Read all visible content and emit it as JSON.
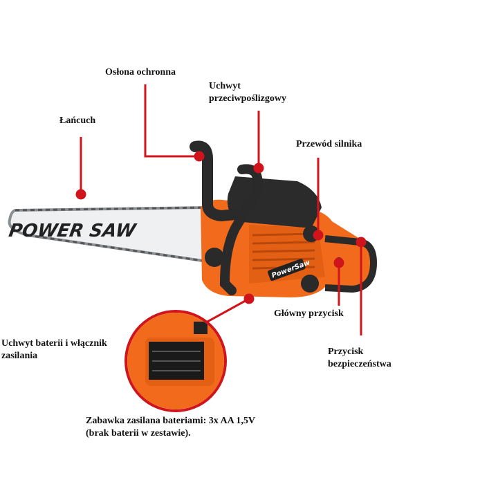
{
  "labels": {
    "oslona": "Osłona ochronna",
    "uchwyt": "Uchwyt\nprzeciwpoślizgowy",
    "lancuch": "Łańcuch",
    "przewod": "Przewód silnika",
    "glowny": "Główny przycisk",
    "bateria": "Uchwyt baterii i włącznik\nzasilania",
    "bezpieczenstwa": "Przycisk\nbezpieczeństwa",
    "zasilanie": "Zabawka zasilana bateriami: 3x AA 1,5V\n(brak baterii w zestawie)."
  },
  "logo": {
    "bar_text": "POWER SAW",
    "body_text": "PowerSaw"
  },
  "colors": {
    "leader": "#d0141c",
    "orange": "#f26a1b",
    "dark": "#2a2a2a",
    "bar": "#eef0f2"
  }
}
